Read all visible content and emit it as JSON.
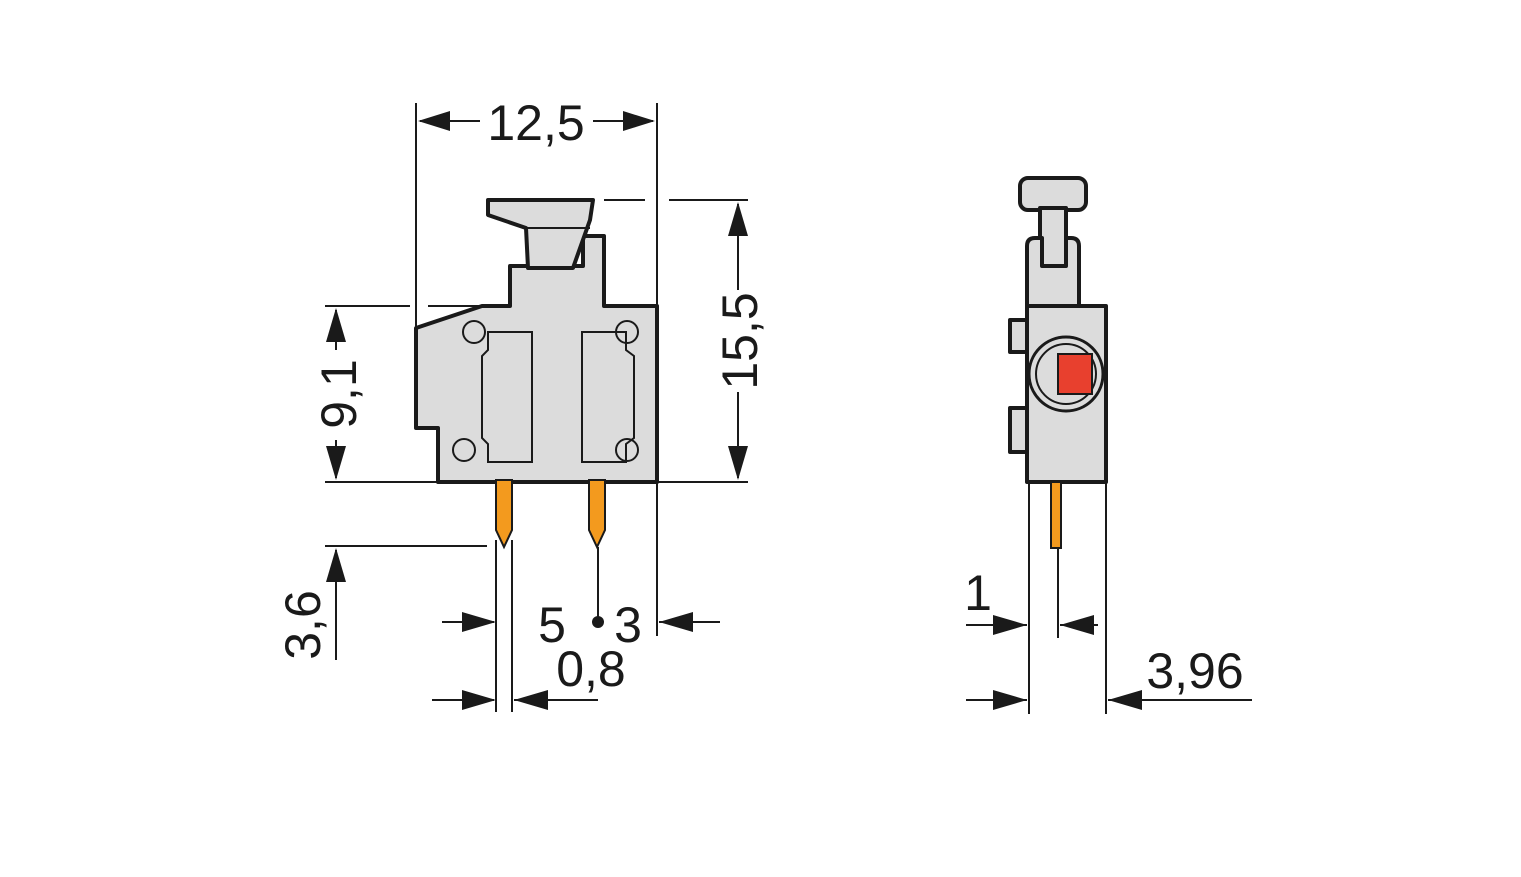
{
  "colors": {
    "housing": "#dcdcdc",
    "outline": "#1a1a1a",
    "pin": "#f39a1e",
    "indicator": "#e8402e"
  },
  "front_view": {
    "width_label": "12,5",
    "height_label": "15,5",
    "upper_height_label": "9,1",
    "pin_length_label": "3,6",
    "pitch_left_label": "5",
    "pitch_right_label": "3",
    "pin_width_label": "0,8"
  },
  "side_view": {
    "pin_offset_label": "1",
    "depth_label": "3,96"
  }
}
